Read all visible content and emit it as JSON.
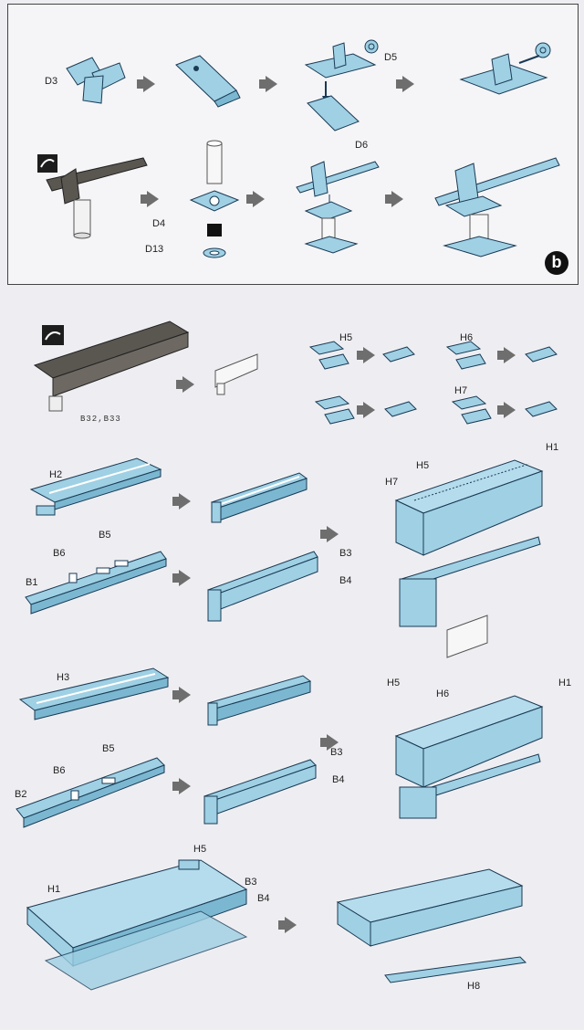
{
  "colors": {
    "part_fill": "#9fd0e4",
    "part_stroke": "#1a3a55",
    "resin": "#5a5650",
    "arrow": "#6e6e6e",
    "page": "#eeeef2"
  },
  "top_panel": {
    "badge": "b",
    "labels": {
      "d3": "D3",
      "d5": "D5",
      "d6": "D6",
      "d4": "D4",
      "d13": "D13"
    }
  },
  "bottom_panel": {
    "ref_text": "B32,B33",
    "labels": {
      "h5a": "H5",
      "h6a": "H6",
      "h7a": "H7",
      "h2": "H2",
      "b5a": "B5",
      "b6a": "B6",
      "b1": "B1",
      "h1a": "H1",
      "h7b": "H7",
      "h5b": "H5",
      "b3a": "B3",
      "b4a": "B4",
      "h3": "H3",
      "b5b": "B5",
      "b6b": "B6",
      "b2": "B2",
      "h1b": "H1",
      "h5c": "H5",
      "h6b": "H6",
      "b3b": "B3",
      "b4b": "B4",
      "h5d": "H5",
      "h1c": "H1",
      "b3c": "B3",
      "b4c": "B4",
      "h8": "H8"
    }
  }
}
